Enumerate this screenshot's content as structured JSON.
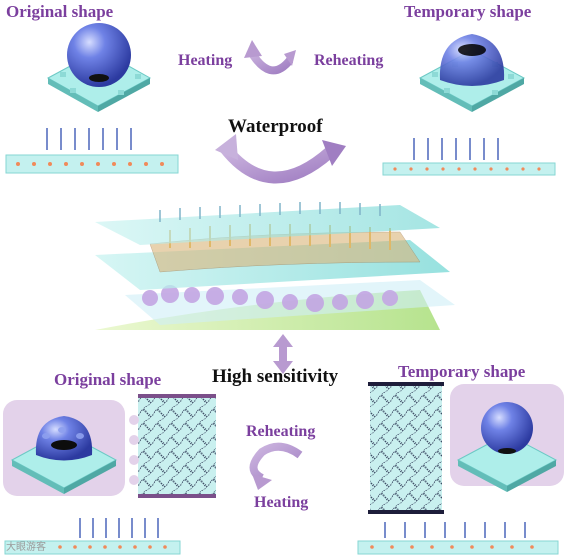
{
  "labels": {
    "original_shape_top": "Original shape",
    "temporary_shape_top": "Temporary shape",
    "heating_top": "Heating",
    "reheating_top": "Reheating",
    "waterproof": "Waterproof",
    "high_sensitivity": "High sensitivity",
    "original_shape_bottom": "Original shape",
    "temporary_shape_bottom": "Temporary shape",
    "reheating_bottom": "Reheating",
    "heating_bottom": "Heating"
  },
  "watermark": "大眼游客",
  "colors": {
    "label_purple": "#7b3f9e",
    "arrow_purple": "#b89ad0",
    "droplet_blue": "#4a5fd0",
    "substrate_cyan": "#9de8e6",
    "panel_lavender": "#e3d2ea",
    "pressure_arrow": "#2f4fb0"
  }
}
